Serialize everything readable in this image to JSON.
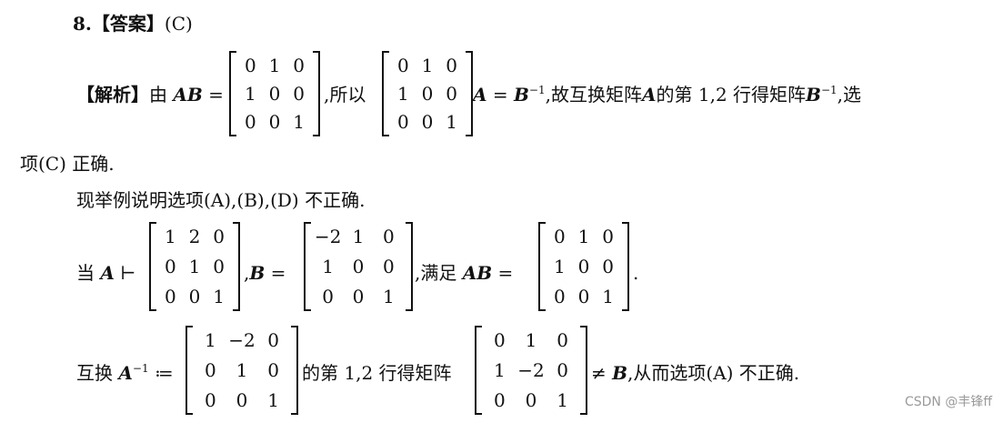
{
  "header": {
    "num": "8.",
    "tag": "【答案】",
    "ans": "(C)"
  },
  "analysis": {
    "tag": "【解析】",
    "t1": "由",
    "ab": "AB",
    "eq": "=",
    "t2": ",所以",
    "a": "A",
    "eq2": "=",
    "binv": "B",
    "inv": "−1",
    "t3": ",故互换矩阵",
    "a2": "A",
    "t4": "的第 1,2 行得矩阵",
    "binv2": "B",
    "inv2": "−1",
    "t5": ",选",
    "line2": "项(C) 正确.",
    "m1": [
      [
        "0",
        "1",
        "0"
      ],
      [
        "1",
        "0",
        "0"
      ],
      [
        "0",
        "0",
        "1"
      ]
    ],
    "m2": [
      [
        "0",
        "1",
        "0"
      ],
      [
        "1",
        "0",
        "0"
      ],
      [
        "0",
        "0",
        "1"
      ]
    ]
  },
  "example": {
    "intro": "现举例说明选项(A),(B),(D) 不正确.",
    "when": "当",
    "a": "A",
    "eqA": "⊢",
    "mA": [
      [
        "1",
        "2",
        "0"
      ],
      [
        "0",
        "1",
        "0"
      ],
      [
        "0",
        "0",
        "1"
      ]
    ],
    "comma_b": ",",
    "b": "B",
    "eqB": "=",
    "mB": [
      [
        "−2",
        "1",
        "0"
      ],
      [
        "1",
        "0",
        "0"
      ],
      [
        "0",
        "0",
        "1"
      ]
    ],
    "satisfy": ",满足",
    "ab": "AB",
    "eqAB": "=",
    "mAB": [
      [
        "0",
        "1",
        "0"
      ],
      [
        "1",
        "0",
        "0"
      ],
      [
        "0",
        "0",
        "1"
      ]
    ],
    "period": "."
  },
  "swap": {
    "t1": "互换",
    "a": "A",
    "inv": "−1",
    "eq": "≔",
    "mAinv": [
      [
        "1",
        "−2",
        "0"
      ],
      [
        "0",
        "1",
        "0"
      ],
      [
        "0",
        "0",
        "1"
      ]
    ],
    "t2": "的第 1,2 行得矩阵",
    "mRes": [
      [
        "0",
        "1",
        "0"
      ],
      [
        "1",
        "−2",
        "0"
      ],
      [
        "0",
        "0",
        "1"
      ]
    ],
    "neq": "≠",
    "b": "B",
    "t3": ",从而选项(A) 不正确."
  },
  "watermark": "CSDN @丰锋ff"
}
